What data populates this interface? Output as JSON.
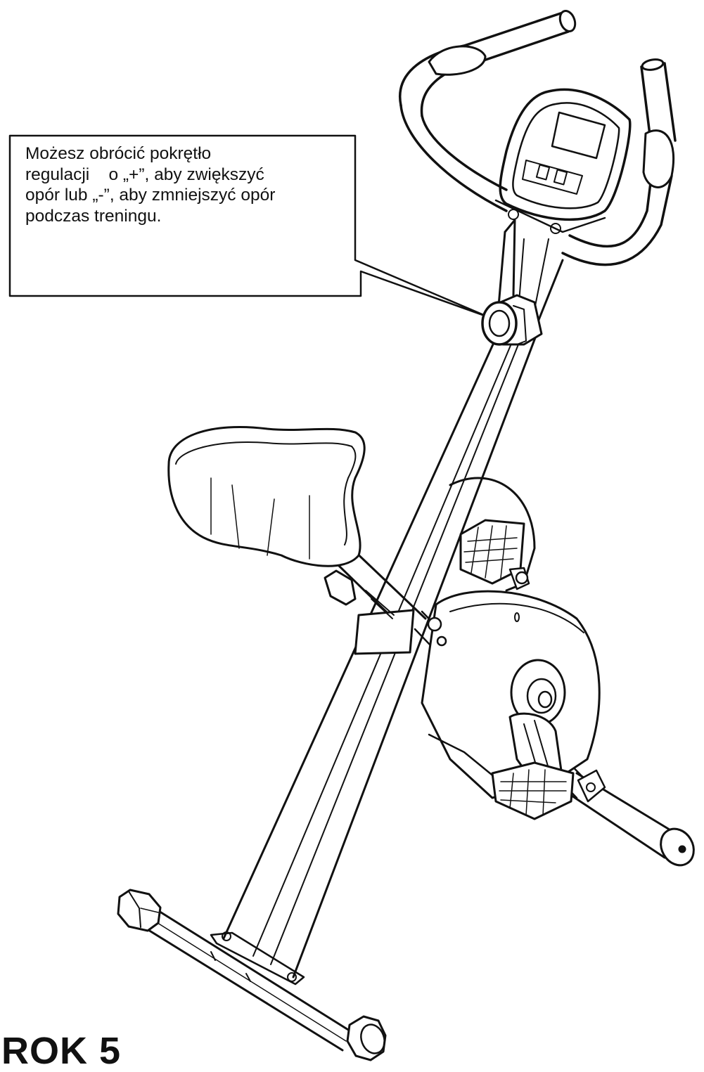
{
  "callout": {
    "lines": [
      "Możesz obrócić pokrętło",
      "regulacji    o „+”, aby zwiększyć",
      "opór lub „-”, aby zmniejszyć opór",
      "podczas treningu."
    ]
  },
  "step_label": "ROK 5",
  "illustration": {
    "subject": "folding-exercise-bike",
    "line_color": "#111111",
    "fill_color": "#ffffff",
    "parts": [
      "handlebar",
      "console",
      "resistance-knob",
      "seat",
      "seat-knob",
      "frame-post",
      "flywheel-housing",
      "pedal",
      "front-stabilizer",
      "rear-stabilizer"
    ]
  }
}
